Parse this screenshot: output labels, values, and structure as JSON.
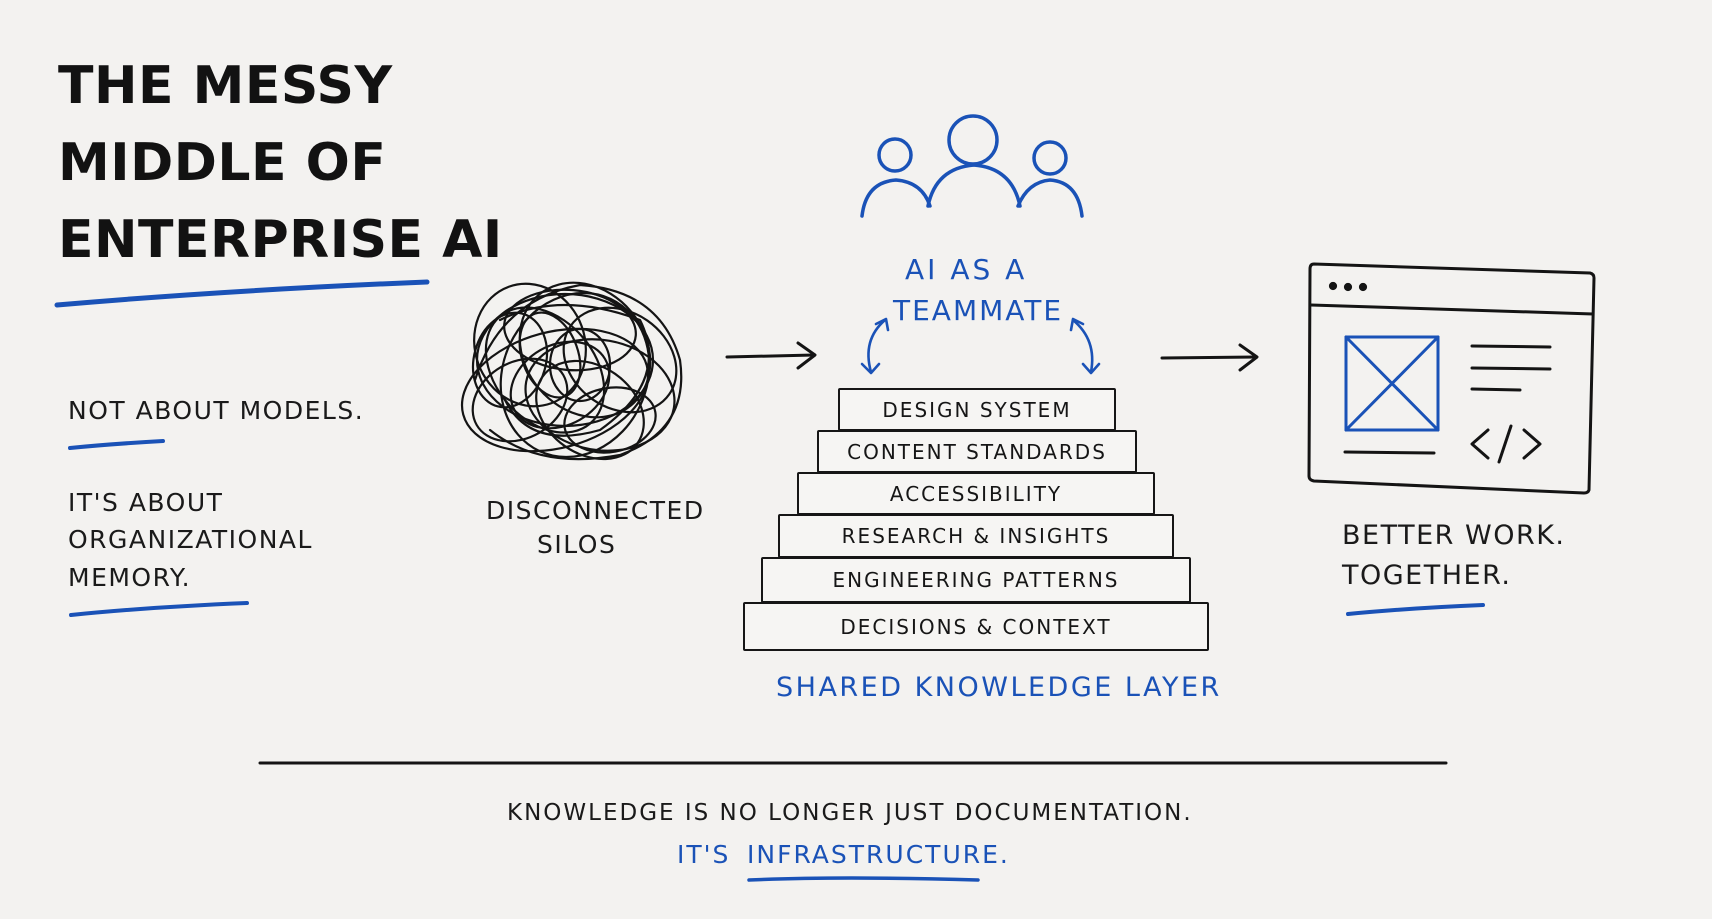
{
  "title": {
    "line1": "THE MESSY",
    "line2": "MIDDLE OF",
    "line3": "ENTERPRISE AI"
  },
  "left_notes": {
    "note1": "NOT ABOUT MODELS.",
    "note2_line1": "IT'S ABOUT",
    "note2_line2": "ORGANIZATIONAL",
    "note2_line3": "MEMORY."
  },
  "silos": {
    "line1": "DISCONNECTED",
    "line2": "SILOS"
  },
  "teammate": {
    "line1": "AI AS A",
    "line2": "TEAMMATE"
  },
  "knowledge_layers": [
    "DESIGN SYSTEM",
    "CONTENT STANDARDS",
    "ACCESSIBILITY",
    "RESEARCH & INSIGHTS",
    "ENGINEERING PATTERNS",
    "DECISIONS & CONTEXT"
  ],
  "shared_layer_label": "SHARED KNOWLEDGE LAYER",
  "outcome": {
    "line1": "BETTER WORK.",
    "line2": "TOGETHER."
  },
  "footer": {
    "line1": "KNOWLEDGE IS NO LONGER JUST DOCUMENTATION.",
    "line2_prefix": "IT'S",
    "line2_emphasis": "INFRASTRUCTURE."
  },
  "colors": {
    "ink": "#151515",
    "accent": "#1a52b7",
    "background": "#f3f2f0"
  },
  "icons": {
    "tangle": "tangle-scribble-icon",
    "team": "people-group-icon",
    "browser": "browser-window-icon",
    "image": "image-placeholder-icon",
    "code": "code-icon"
  }
}
